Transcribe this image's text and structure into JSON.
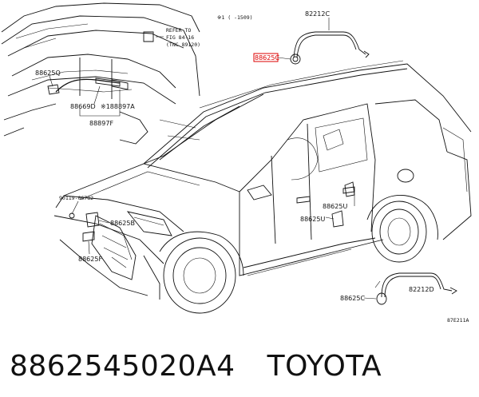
{
  "diagram": {
    "callouts": {
      "c_88625Q": "88625Q",
      "c_88669D": "88669D",
      "c_188897A": "※188897A",
      "c_88897F": "88897F",
      "c_refer1": "REFER TO",
      "c_refer2": "FIG 84-16",
      "c_refer3": "(TNC 89120)",
      "c_note": "※1 (    -1509)",
      "c_82212C_top": "82212C",
      "c_88625C_top": "88625C",
      "c_90119": "90119-06782",
      "c_88625B": "88625B",
      "c_88625F": "88625F",
      "c_88625U_a": "88625U",
      "c_88625U_b": "88625U",
      "c_82212D": "82212D",
      "c_88625C_bot": "88625C",
      "c_ref_code": "87E211A"
    }
  },
  "footer": {
    "part_number": "8862545020A4",
    "brand": "TOYOTA"
  }
}
